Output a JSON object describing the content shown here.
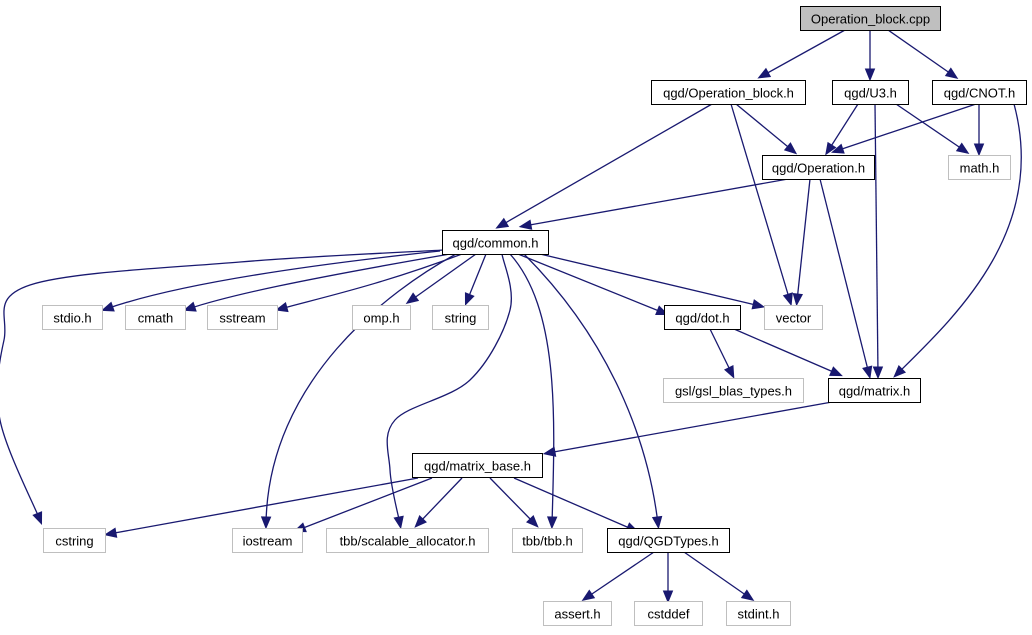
{
  "graph": {
    "nodes": [
      {
        "id": "operation_block_cpp",
        "label": "Operation_block.cpp",
        "kind": "root"
      },
      {
        "id": "operation_block_h",
        "label": "qgd/Operation_block.h",
        "kind": "internal"
      },
      {
        "id": "u3_h",
        "label": "qgd/U3.h",
        "kind": "internal"
      },
      {
        "id": "cnot_h",
        "label": "qgd/CNOT.h",
        "kind": "internal"
      },
      {
        "id": "operation_h",
        "label": "qgd/Operation.h",
        "kind": "internal"
      },
      {
        "id": "math_h",
        "label": "math.h",
        "kind": "external"
      },
      {
        "id": "common_h",
        "label": "qgd/common.h",
        "kind": "internal"
      },
      {
        "id": "stdio_h",
        "label": "stdio.h",
        "kind": "external"
      },
      {
        "id": "cmath",
        "label": "cmath",
        "kind": "external"
      },
      {
        "id": "sstream",
        "label": "sstream",
        "kind": "external"
      },
      {
        "id": "omp_h",
        "label": "omp.h",
        "kind": "external"
      },
      {
        "id": "string",
        "label": "string",
        "kind": "external"
      },
      {
        "id": "dot_h",
        "label": "qgd/dot.h",
        "kind": "internal"
      },
      {
        "id": "vector",
        "label": "vector",
        "kind": "external"
      },
      {
        "id": "gsl_blas_types_h",
        "label": "gsl/gsl_blas_types.h",
        "kind": "external"
      },
      {
        "id": "matrix_h",
        "label": "qgd/matrix.h",
        "kind": "internal"
      },
      {
        "id": "matrix_base_h",
        "label": "qgd/matrix_base.h",
        "kind": "internal"
      },
      {
        "id": "cstring",
        "label": "cstring",
        "kind": "external"
      },
      {
        "id": "iostream",
        "label": "iostream",
        "kind": "external"
      },
      {
        "id": "tbb_scalable_allocator_h",
        "label": "tbb/scalable_allocator.h",
        "kind": "external"
      },
      {
        "id": "tbb_tbb_h",
        "label": "tbb/tbb.h",
        "kind": "external"
      },
      {
        "id": "qgdtypes_h",
        "label": "qgd/QGDTypes.h",
        "kind": "internal"
      },
      {
        "id": "assert_h",
        "label": "assert.h",
        "kind": "external"
      },
      {
        "id": "cstddef",
        "label": "cstddef",
        "kind": "external"
      },
      {
        "id": "stdint_h",
        "label": "stdint.h",
        "kind": "external"
      }
    ],
    "edges": [
      [
        "operation_block_cpp",
        "operation_block_h"
      ],
      [
        "operation_block_cpp",
        "u3_h"
      ],
      [
        "operation_block_cpp",
        "cnot_h"
      ],
      [
        "operation_block_h",
        "common_h"
      ],
      [
        "operation_block_h",
        "operation_h"
      ],
      [
        "operation_block_h",
        "vector"
      ],
      [
        "u3_h",
        "operation_h"
      ],
      [
        "u3_h",
        "math_h"
      ],
      [
        "u3_h",
        "matrix_h"
      ],
      [
        "cnot_h",
        "operation_h"
      ],
      [
        "cnot_h",
        "math_h"
      ],
      [
        "cnot_h",
        "matrix_h"
      ],
      [
        "operation_h",
        "common_h"
      ],
      [
        "operation_h",
        "vector"
      ],
      [
        "operation_h",
        "matrix_h"
      ],
      [
        "common_h",
        "stdio_h"
      ],
      [
        "common_h",
        "cmath"
      ],
      [
        "common_h",
        "sstream"
      ],
      [
        "common_h",
        "omp_h"
      ],
      [
        "common_h",
        "string"
      ],
      [
        "common_h",
        "dot_h"
      ],
      [
        "common_h",
        "vector"
      ],
      [
        "common_h",
        "cstring"
      ],
      [
        "common_h",
        "iostream"
      ],
      [
        "common_h",
        "tbb_scalable_allocator_h"
      ],
      [
        "common_h",
        "tbb_tbb_h"
      ],
      [
        "common_h",
        "qgdtypes_h"
      ],
      [
        "dot_h",
        "gsl_blas_types_h"
      ],
      [
        "dot_h",
        "matrix_h"
      ],
      [
        "matrix_h",
        "matrix_base_h"
      ],
      [
        "matrix_base_h",
        "cstring"
      ],
      [
        "matrix_base_h",
        "iostream"
      ],
      [
        "matrix_base_h",
        "tbb_scalable_allocator_h"
      ],
      [
        "matrix_base_h",
        "tbb_tbb_h"
      ],
      [
        "matrix_base_h",
        "qgdtypes_h"
      ],
      [
        "qgdtypes_h",
        "assert_h"
      ],
      [
        "qgdtypes_h",
        "cstddef"
      ],
      [
        "qgdtypes_h",
        "stdint_h"
      ]
    ],
    "colors": {
      "edge": "#191970",
      "root_fill": "#bfbfbf",
      "internal_border": "#000000",
      "external_border": "#bfbfbf"
    }
  }
}
